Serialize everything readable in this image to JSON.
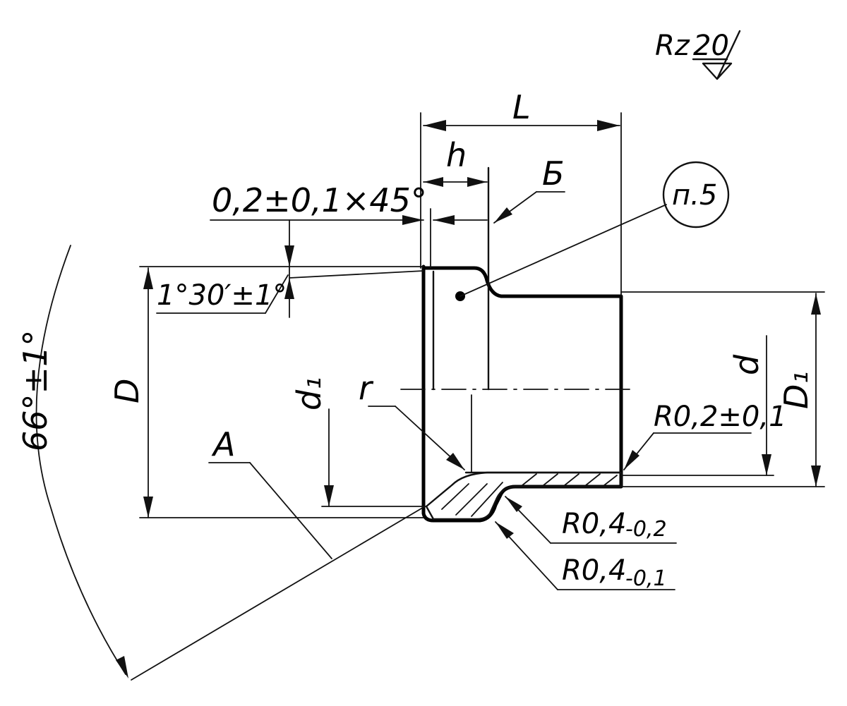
{
  "roughness": {
    "prefix": "Rz",
    "value": "20"
  },
  "dimensions": {
    "L": "L",
    "h": "h",
    "b_label": "Б",
    "chamfer": "0,2±0,1×45°",
    "angle_small": "1°30′±1°",
    "D": "D",
    "d1": "d₁",
    "r": "r",
    "d": "d",
    "D1": "D₁",
    "A": "A",
    "angle_large": "66°±1°",
    "r_edge": "R0,2±0,1",
    "r_a_main": "R0,4",
    "r_a_tol": "-0,2",
    "r_b_main": "R0,4",
    "r_b_tol": "-0,1"
  },
  "note": "п.5"
}
